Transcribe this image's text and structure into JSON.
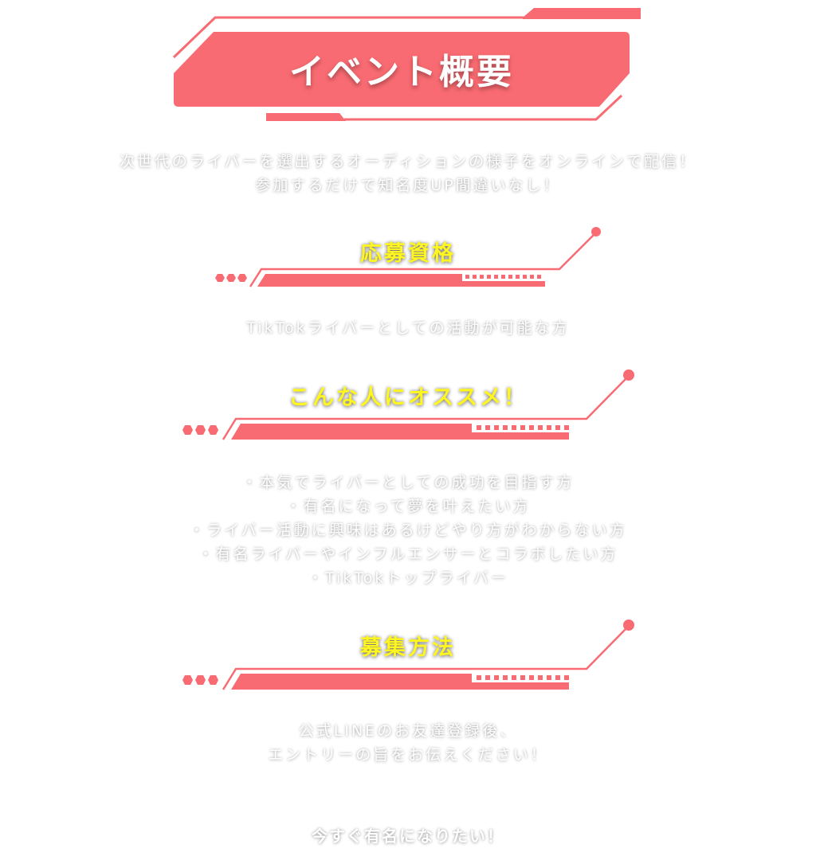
{
  "colors": {
    "accent": "#f96b72",
    "heading": "#fff61f",
    "text": "#ffffff"
  },
  "banner": {
    "title": "イベント概要"
  },
  "intro": {
    "lines": [
      "次世代のライバーを選出するオーディションの様子をオンラインで配信！",
      "参加するだけで知名度UP間違いなし！"
    ]
  },
  "eligibility": {
    "heading": "応募資格",
    "lines": [
      "TikTokライバーとしての活動が可能な方"
    ]
  },
  "recommend": {
    "heading": "こんな人にオススメ！",
    "lines": [
      "・本気でライバーとしての成功を目指す方",
      "・有名になって夢を叶えたい方",
      "・ライバー活動に興味はあるけどやり方がわからない方",
      "・有名ライバーやインフルエンサーとコラボしたい方",
      "・TikTokトップライバー"
    ]
  },
  "method": {
    "heading": "募集方法",
    "lines": [
      "公式LINEのお友達登録後、",
      "エントリーの旨をお伝えください！"
    ]
  },
  "cta": {
    "label": "今すぐ有名になりたい！"
  }
}
